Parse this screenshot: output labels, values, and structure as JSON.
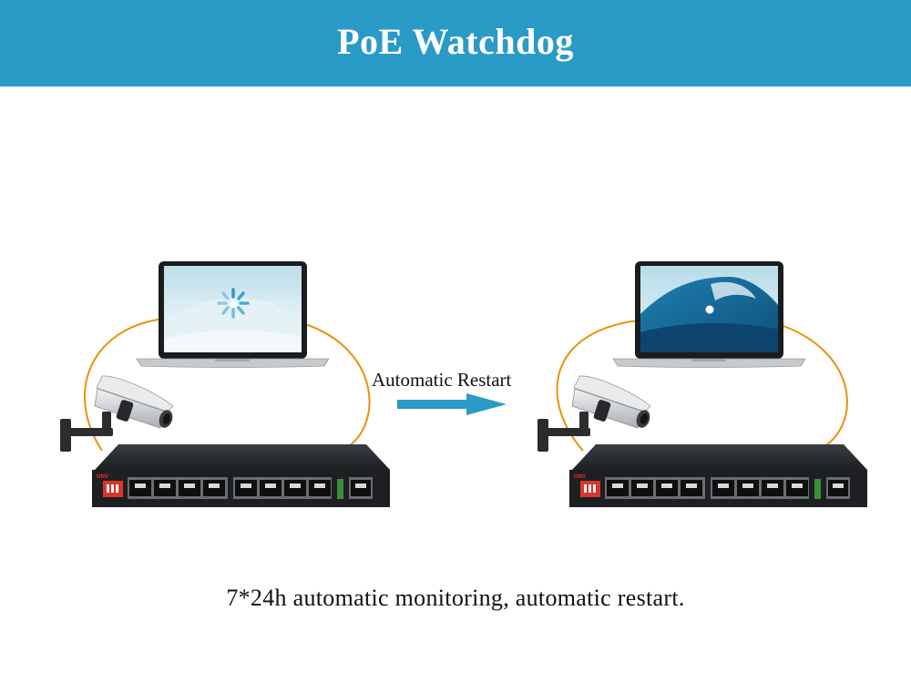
{
  "banner": {
    "title": "PoE Watchdog",
    "color": "#2a9ac7"
  },
  "diagram": {
    "arrow_label": "Automatic Restart",
    "caption": "7*24h automatic monitoring, automatic restart.",
    "switch_brand": "ONV",
    "colors": {
      "cable": "#e8920a",
      "arrow": "#2a9ac7",
      "switch_body": "#2b2d30"
    },
    "left_state": "restarting",
    "right_state": "running"
  }
}
